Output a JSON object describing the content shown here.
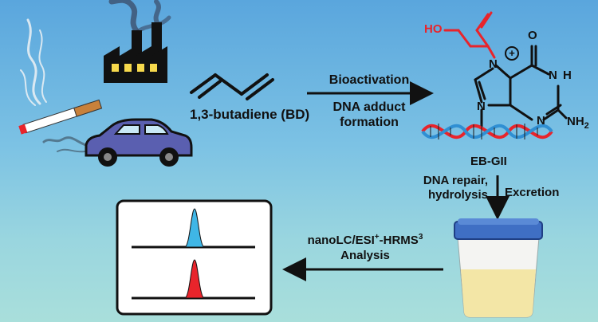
{
  "molecule": {
    "name": "1,3-butadiene (BD)"
  },
  "step1": {
    "line1": "Bioactivation",
    "line2a": "DNA adduct",
    "line2b": "formation"
  },
  "adduct": {
    "label": "EB-GII",
    "atoms": {
      "ho": "HO",
      "o": "O",
      "nh": "H",
      "nh2": "NH",
      "nh2_sub": "2",
      "n": "N",
      "plus": "+"
    }
  },
  "step2": {
    "left_line1": "DNA repair,",
    "left_line2": "hydrolysis",
    "right": "Excretion"
  },
  "step3": {
    "line1_pre": "nanoLC/ESI",
    "line1_sup1": "+",
    "line1_post": "-HRMS",
    "line1_sup2": "3",
    "line2": "Analysis"
  },
  "colors": {
    "red": "#e8242b",
    "blue_peak": "#3fb6e6",
    "red_peak": "#e8242b",
    "car": "#5a5fb0",
    "cup_lid": "#3f6fc4",
    "urine": "#f3e6a6"
  }
}
